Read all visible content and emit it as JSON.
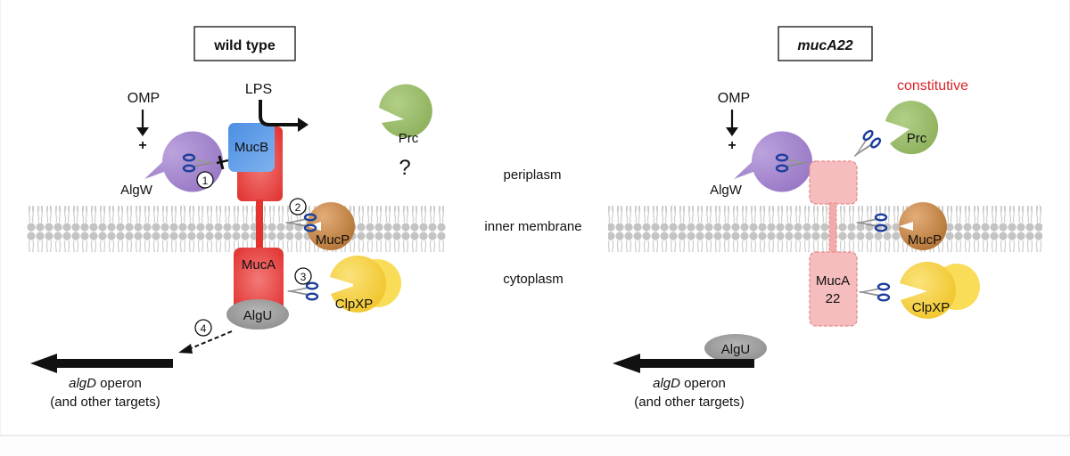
{
  "panels": {
    "wild_type": {
      "title": "wild type",
      "omp_label": "OMP",
      "plus_sign": "+",
      "lps_label": "LPS",
      "algw_label": "AlgW",
      "mucb_label": "MucB",
      "prc_label": "Prc",
      "question_mark": "?",
      "mucp_label": "MucP",
      "muca_label": "MucA",
      "clpxp_label": "ClpXP",
      "algu_label": "AlgU",
      "step_1": "①",
      "step_2": "②",
      "step_3": "③",
      "step_4": "④",
      "operon_label_italic": "algD",
      "operon_label_rest": " operon",
      "operon_sublabel": "(and other targets)"
    },
    "mucA22": {
      "title": "mucA22",
      "omp_label": "OMP",
      "plus_sign": "+",
      "constitutive_label": "constitutive",
      "algw_label": "AlgW",
      "prc_label": "Prc",
      "mucp_label": "MucP",
      "muca_label_line1": "MucA",
      "muca_label_line2": "22",
      "clpxp_label": "ClpXP",
      "algu_label": "AlgU",
      "operon_label_italic": "algD",
      "operon_label_rest": " operon",
      "operon_sublabel": "(and other targets)"
    }
  },
  "compartments": {
    "periplasm": "periplasm",
    "inner_membrane": "inner membrane",
    "cytoplasm": "cytoplasm"
  },
  "colors": {
    "algw": "#a98bd0",
    "mucb": "#5b9ee8",
    "muca": "#e5413f",
    "muca22": "#f4b9b9",
    "prc": "#9fc06f",
    "mucp": "#c98a50",
    "clpxp": "#f7d54a",
    "algu": "#9e9e9e",
    "constitutive": "#d8262a",
    "membrane": "#c6c6c6"
  }
}
